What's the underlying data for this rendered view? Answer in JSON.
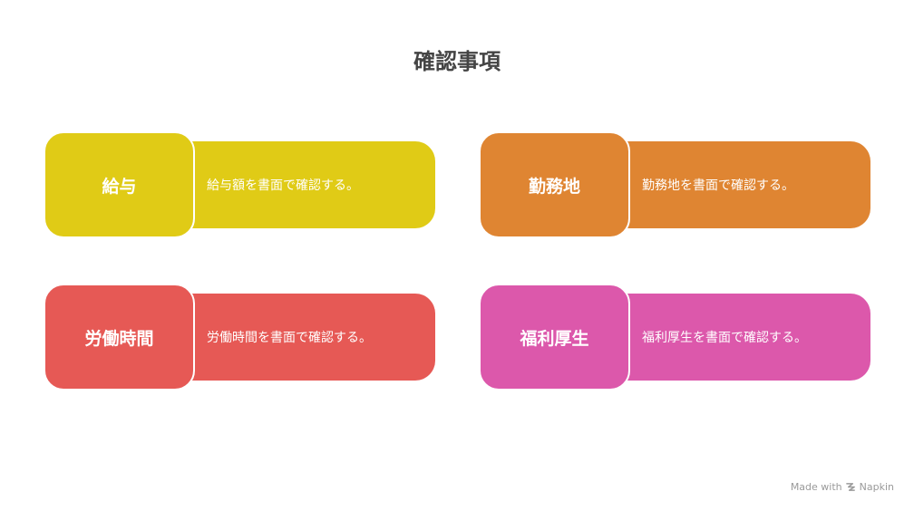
{
  "title": "確認事項",
  "items": [
    {
      "label": "給与",
      "description": "給与額を書面で確認する。",
      "color": "#E0CB16"
    },
    {
      "label": "勤務地",
      "description": "勤務地を書面で確認する。",
      "color": "#DF8532"
    },
    {
      "label": "労働時間",
      "description": "労働時間を書面で確認する。",
      "color": "#E65955"
    },
    {
      "label": "福利厚生",
      "description": "福利厚生を書面で確認する。",
      "color": "#DC58AB"
    }
  ],
  "footer": {
    "made_with": "Made with",
    "brand": "Napkin",
    "brand_icon": "napkin-logo-icon"
  }
}
